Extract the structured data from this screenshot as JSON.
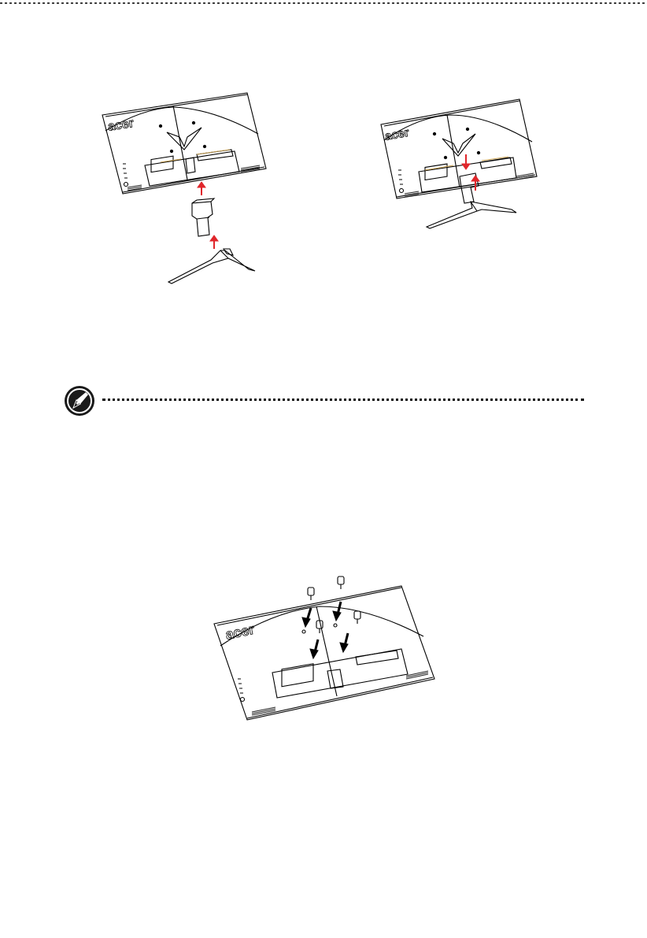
{
  "brand": {
    "logo_text": "acer"
  },
  "colors": {
    "line": "#000000",
    "accent_arrow": "#e0262b",
    "hatch": "#222222",
    "note_icon_bg": "#1a1a1a"
  },
  "icons": {
    "note": "note-pen-icon",
    "direction": "arrow-icon"
  },
  "figures": [
    {
      "name": "stand-assembly-exploded",
      "arrow_color": "red"
    },
    {
      "name": "stand-assembly-attached",
      "arrow_color": "red"
    },
    {
      "name": "wall-mount-screws",
      "arrow_color": "black"
    }
  ]
}
